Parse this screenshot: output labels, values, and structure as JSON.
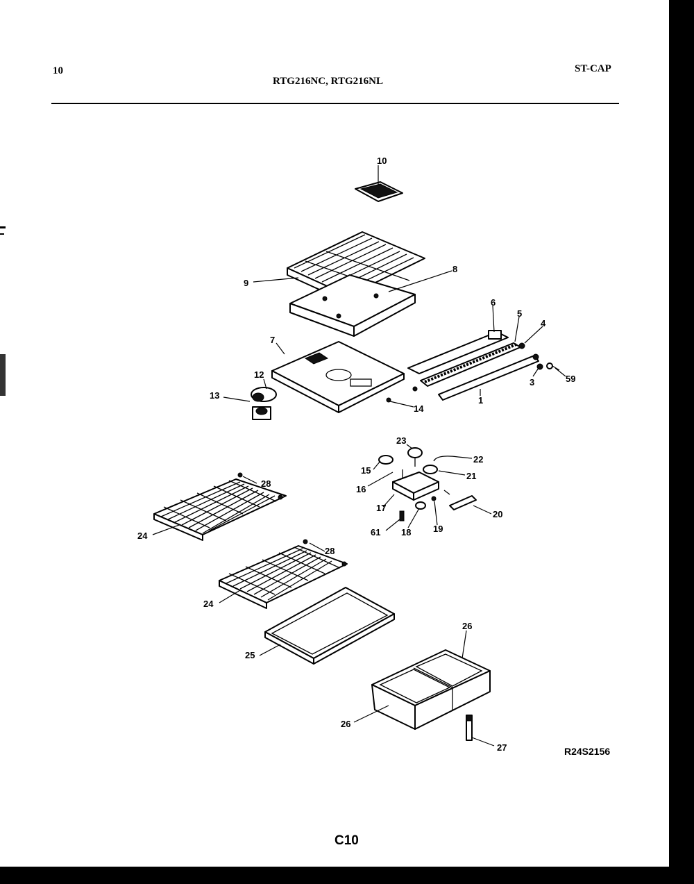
{
  "header": {
    "page_number": "10",
    "models": "RTG216NC, RTG216NL",
    "section_code": "ST-CAP"
  },
  "drawing_code": "R24S2156",
  "footer_code": "C10",
  "callouts": {
    "c10": "10",
    "c9": "9",
    "c8": "8",
    "c6": "6",
    "c5": "5",
    "c4": "4",
    "c3": "3",
    "c59": "59",
    "c1": "1",
    "c7": "7",
    "c12": "12",
    "c13": "13",
    "c14": "14",
    "c23": "23",
    "c22": "22",
    "c15": "15",
    "c21": "21",
    "c16": "16",
    "c17": "17",
    "c20": "20",
    "c61": "61",
    "c18": "18",
    "c19": "19",
    "c28a": "28",
    "c24a": "24",
    "c28b": "28",
    "c24b": "24",
    "c25": "25",
    "c26a": "26",
    "c26b": "26",
    "c27": "27"
  }
}
